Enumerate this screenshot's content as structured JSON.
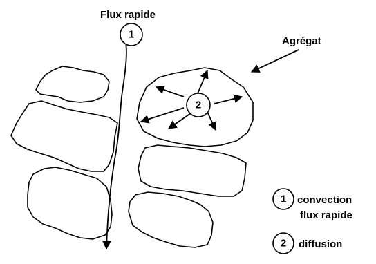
{
  "title": "Flux rapide",
  "aggregate_label": "Agrégat",
  "markers": {
    "one": "1",
    "two": "2"
  },
  "legend": [
    {
      "num": "1",
      "line1": "convection",
      "line2": "flux rapide"
    },
    {
      "num": "2",
      "line1": "diffusion"
    }
  ]
}
